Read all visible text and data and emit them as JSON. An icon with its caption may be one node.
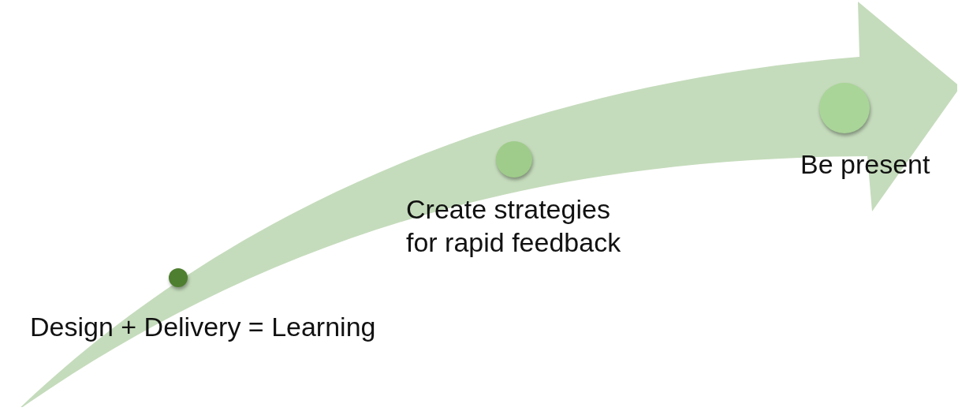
{
  "diagram": {
    "nodes": [
      {
        "text": [],
        "shape": "arrow"
      },
      {
        "text": [],
        "shape": "circle",
        "in": 0,
        "beside": [
          "Design + Delivery = Learning"
        ]
      },
      {
        "text": [],
        "shape": "circle",
        "in": 0,
        "beside": [
          "Create strategies for rapid feedback"
        ]
      },
      {
        "text": [],
        "shape": "circle",
        "in": 0,
        "beside": [
          "Be present"
        ]
      }
    ]
  }
}
